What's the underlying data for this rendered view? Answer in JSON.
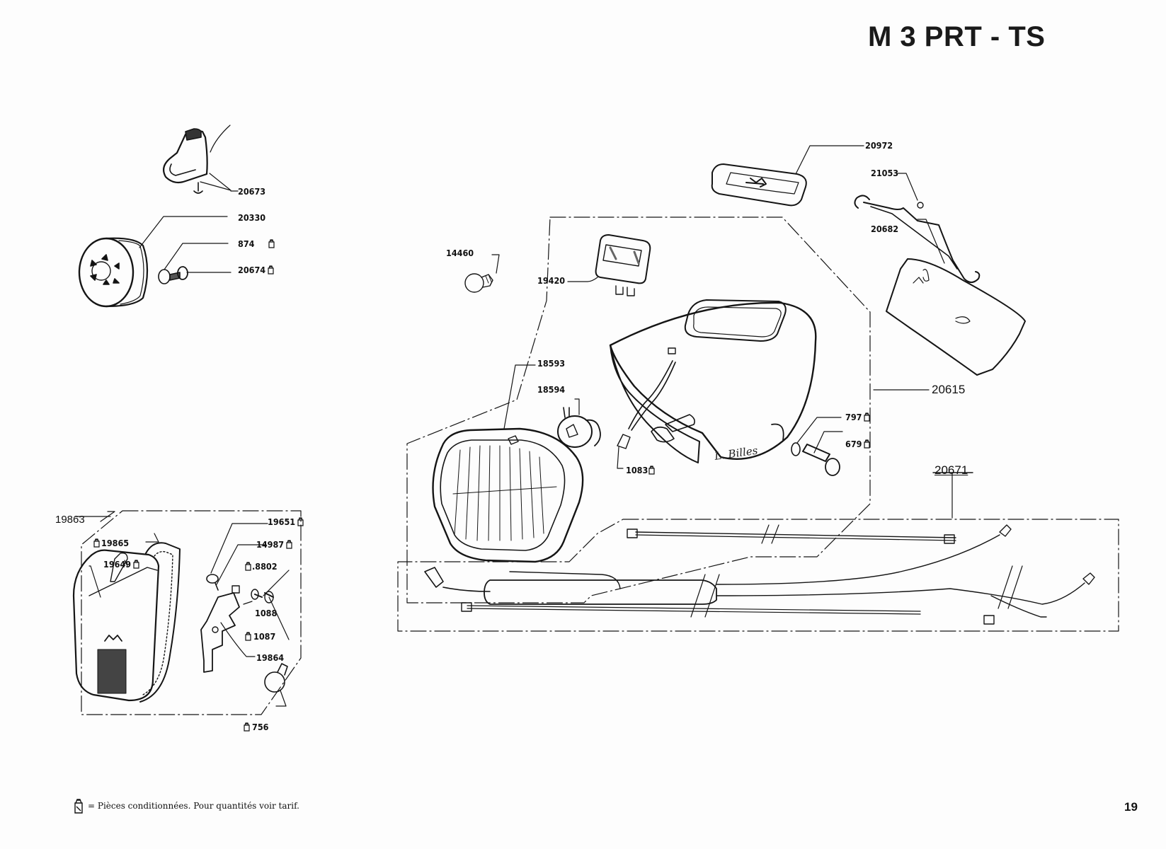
{
  "page": {
    "title": "M 3 PRT - TS",
    "page_number": "19",
    "footer_text": "= Pièces conditionnées. Pour quantités voir tarif.",
    "footer_icon": "packaged-parts-bag-icon",
    "signature": "L. Billes"
  },
  "parts": {
    "p20673": {
      "ref": "20673",
      "packaged": false
    },
    "p20330": {
      "ref": "20330",
      "packaged": false
    },
    "p874": {
      "ref": "874",
      "packaged": true
    },
    "p20674": {
      "ref": "20674",
      "packaged": true
    },
    "p14460": {
      "ref": "14460",
      "packaged": false
    },
    "p19420": {
      "ref": "19420",
      "packaged": false
    },
    "p18593": {
      "ref": "18593",
      "packaged": false
    },
    "p18594": {
      "ref": "18594",
      "packaged": false
    },
    "p1083": {
      "ref": "1083",
      "packaged": true
    },
    "p20972": {
      "ref": "20972",
      "packaged": false
    },
    "p21053": {
      "ref": "21053",
      "packaged": false
    },
    "p20682": {
      "ref": "20682",
      "packaged": false
    },
    "p20615": {
      "ref": "20615",
      "packaged": false
    },
    "p797": {
      "ref": "797",
      "packaged": true
    },
    "p679": {
      "ref": "679",
      "packaged": true
    },
    "p20671": {
      "ref": "20671",
      "packaged": false
    },
    "p19863": {
      "ref": "19863",
      "packaged": false
    },
    "p19865": {
      "ref": "19865",
      "packaged": true
    },
    "p19649": {
      "ref": "19649",
      "packaged": true
    },
    "p19651": {
      "ref": "19651",
      "packaged": true
    },
    "p14987": {
      "ref": "14987",
      "packaged": true
    },
    "p8802": {
      "ref": ".8802",
      "packaged": true
    },
    "p1088": {
      "ref": "1088",
      "packaged": false
    },
    "p1087": {
      "ref": "1087",
      "packaged": true
    },
    "p19864": {
      "ref": "19864",
      "packaged": false
    },
    "p756": {
      "ref": "756",
      "packaged": true
    }
  }
}
